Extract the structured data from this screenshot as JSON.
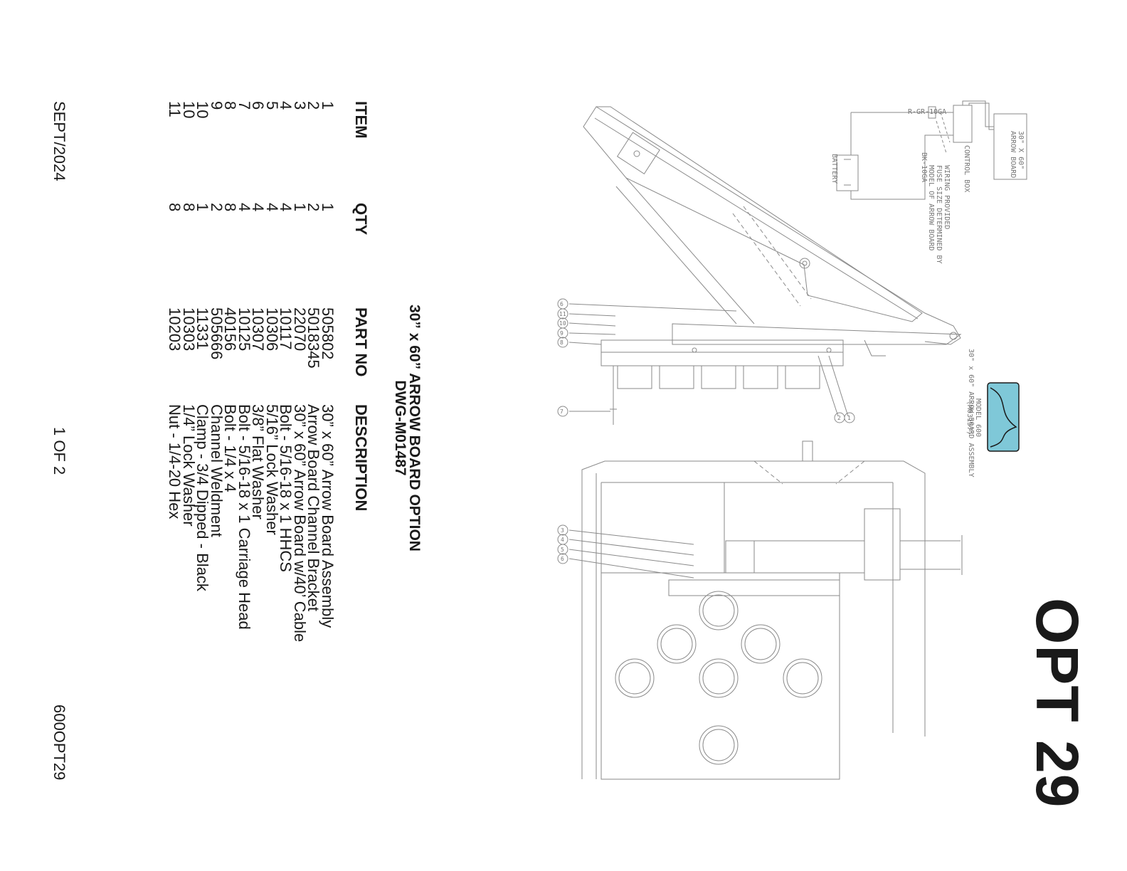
{
  "page": {
    "opt_label": "OPT 29",
    "footer": {
      "date": "SEPT/2024",
      "page": "1 OF 2",
      "doc_id": "600OPT29"
    }
  },
  "title": {
    "line1": "30” x 60” ARROW BOARD OPTION",
    "line2": "DWG-M01487"
  },
  "parts_table": {
    "headers": {
      "item": "ITEM",
      "qty": "QTY",
      "part_no": "PART NO",
      "description": "DESCRIPTION"
    },
    "rows": [
      {
        "item": "1",
        "qty": "1",
        "part_no": "505802",
        "description": "30” x 60” Arrow Board Assembly"
      },
      {
        "item": "2",
        "qty": "2",
        "part_no": "5018345",
        "description": "Arrow Board Channel Bracket"
      },
      {
        "item": "3",
        "qty": "1",
        "part_no": "22070",
        "description": "30” x 60” Arrow Board w/40’ Cable"
      },
      {
        "item": "4",
        "qty": "4",
        "part_no": "10117",
        "description": "Bolt - 5/16-18 x 1 HHCS"
      },
      {
        "item": "5",
        "qty": "4",
        "part_no": "10306",
        "description": "5/16” Lock Washer"
      },
      {
        "item": "6",
        "qty": "4",
        "part_no": "10307",
        "description": "3/8” Flat Washer"
      },
      {
        "item": "7",
        "qty": "4",
        "part_no": "10125",
        "description": "Bolt - 5/16-18 x 1 Carriage Head"
      },
      {
        "item": "8",
        "qty": "8",
        "part_no": "40156",
        "description": "Bolt - 1/4 x 4"
      },
      {
        "item": "9",
        "qty": "2",
        "part_no": "505666",
        "description": "Channel Weldment"
      },
      {
        "item": "10",
        "qty": "1",
        "part_no": "11331",
        "description": "Clamp - 3/4 Dipped - Black"
      },
      {
        "item": "10",
        "qty": "8",
        "part_no": "10303",
        "description": "1/4” Lock Washer"
      },
      {
        "item": "11",
        "qty": "8",
        "part_no": "10203",
        "description": "Nut - 1/4-20 Hex"
      }
    ]
  },
  "wiring": {
    "arrow_board": [
      "30\" X 60\"",
      "ARROW BOARD"
    ],
    "control_box": "CONTROL BOX",
    "wire_red": "R-GR-10GA",
    "wire_black": "BK-10GA",
    "battery": "BATTERY",
    "note": [
      "WIRING PROVIDED",
      "FUSE SIZE DETERMINED BY",
      "MODEL OF ARROW BOARD"
    ]
  },
  "title_block": {
    "model": "MODEL 600",
    "assembly": "30\" x 60\" ARROW BOARD ASSEMBLY",
    "drawing_ref": "(M03157)"
  },
  "callouts": {
    "side_view": [
      "6",
      "11",
      "10",
      "9",
      "8"
    ],
    "bracket": [
      "2",
      "1"
    ],
    "bolt": [
      "7"
    ],
    "top_view": [
      "3",
      "4",
      "5",
      "6"
    ]
  },
  "colors": {
    "ink": "#1a1a1a",
    "drawing_line": "#8a8a8a",
    "logo_blue": "#7fc8d8"
  }
}
